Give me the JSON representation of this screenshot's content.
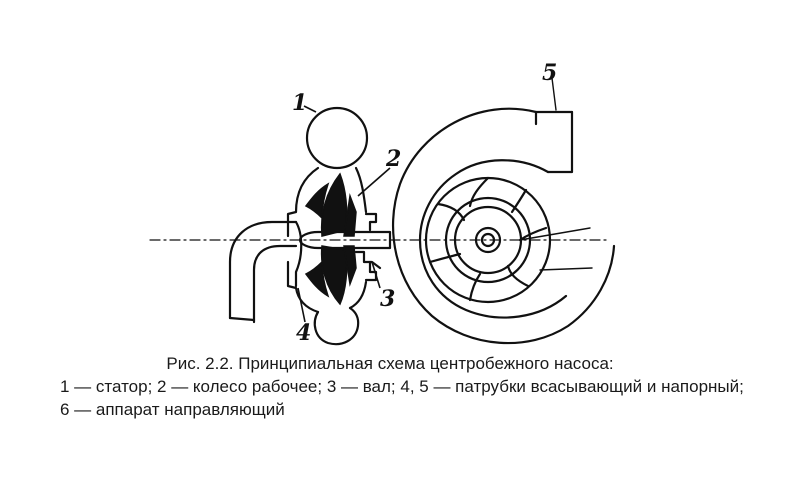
{
  "labels": {
    "n1": "1",
    "n2": "2",
    "n3": "3",
    "n4": "4",
    "n5": "5"
  },
  "caption": {
    "title": "Рис. 2.2. Принципиальная схема центробежного насоса:",
    "line2": "1 — статор; 2 — колесо рабочее; 3 — вал; 4, 5 — патрубки всасывающий и напорный;",
    "line3": "6 — аппарат направляющий"
  }
}
